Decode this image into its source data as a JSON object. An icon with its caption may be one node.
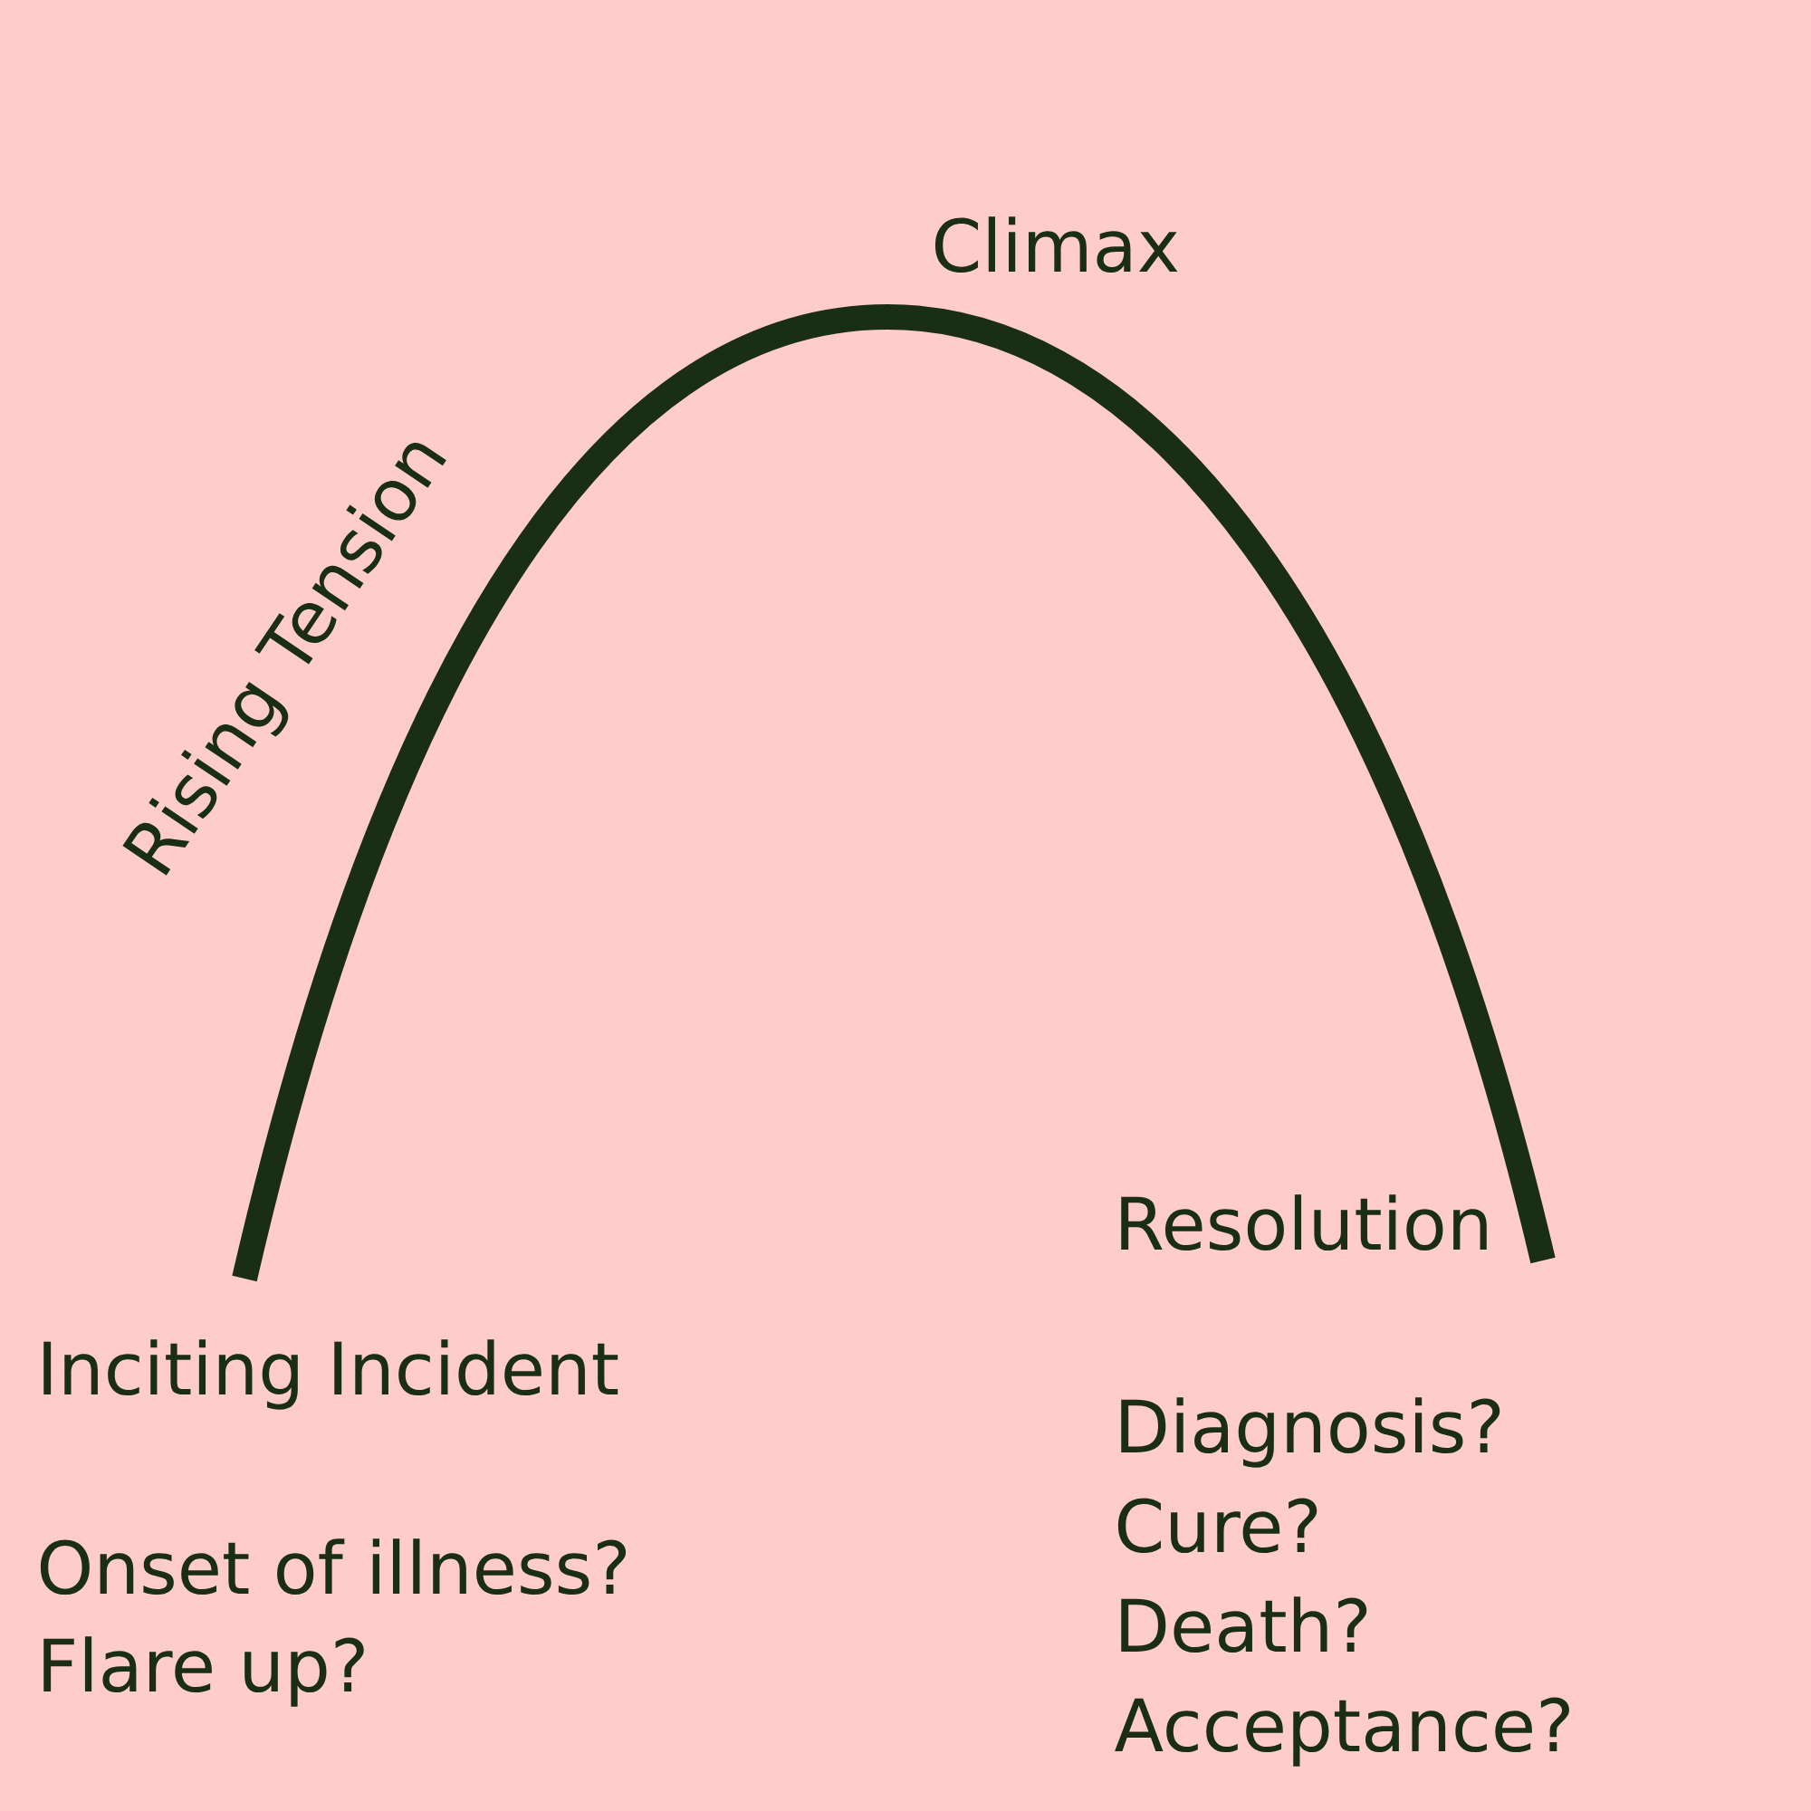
{
  "diagram": {
    "labels": [
      "Climax",
      "Rising Tension",
      "Inciting Incident",
      "Onset of illness?",
      "Flare up?",
      "Resolution",
      "Diagnosis?",
      "Cure?",
      "Death?",
      "Acceptance?"
    ]
  }
}
